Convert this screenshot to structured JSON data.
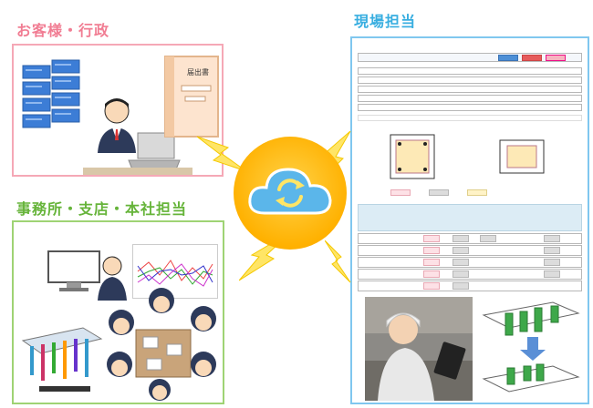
{
  "labels": {
    "customer": "お客様・行政",
    "office": "事務所・支店・本社担当",
    "site": "現場担当"
  },
  "document": {
    "title": "届出書"
  },
  "colors": {
    "pink": "#f17d93",
    "green": "#66b43a",
    "blue": "#38aee0",
    "hub": "#ffb100",
    "cloud": "#5bb6ea",
    "bolt": "#ffe566"
  },
  "icons": [
    "server-icon",
    "office-worker-icon",
    "laptop-icon",
    "document-icon",
    "cloud-sync-icon",
    "lightning-icon",
    "monitor-icon",
    "line-chart-icon",
    "meeting-group-icon",
    "3d-rebar-model-icon",
    "tablet-worker-photo",
    "arrow-down-icon"
  ]
}
